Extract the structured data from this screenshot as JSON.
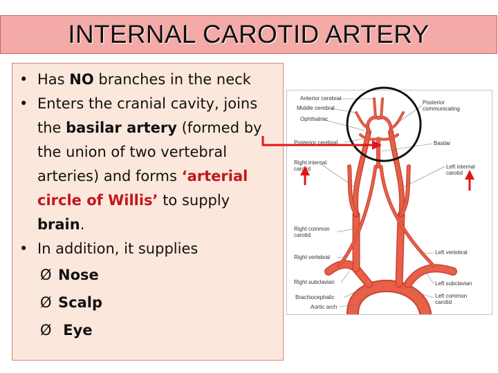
{
  "slide": {
    "title": "INTERNAL CAROTID ARTERY"
  },
  "bullets": {
    "b1_pre": "Has ",
    "b1_bold": "NO",
    "b1_post": " branches in the neck",
    "b2_pre": "Enters the cranial cavity, joins the ",
    "b2_bold": "basilar artery",
    "b2_mid": " (formed by the union of two vertebral arteries) and forms ",
    "b2_red": "‘arterial circle of Willis’",
    "b2_mid2": " to supply ",
    "b2_bold2": "brain",
    "b2_end": ".",
    "b3": "In addition, it supplies",
    "subs": [
      "Nose",
      "Scalp",
      " Eye"
    ],
    "sub_glyph": "Ø"
  },
  "diagram": {
    "labels": {
      "anterior_cerebral": "Anterior cerebral",
      "middle_cerebral": "Middle cerebral",
      "ophthalmic": "Ophthalmic",
      "posterior_cerebral": "Posterior cerebral",
      "right_internal_carotid": "Right internal carotid",
      "right_common_carotid": "Right common carotid",
      "right_vertebral": "Right vertebral",
      "right_subclavian": "Right subclavian",
      "brachiocephalic": "Brachiocephalic",
      "aortic_arch": "Aortic arch",
      "posterior_communicating": "Posterior communicating",
      "basilar": "Basilar",
      "left_internal_carotid": "Left internal carotid",
      "left_vertebral": "Left vertebral",
      "left_subclavian": "Left subclavian",
      "left_common_carotid": "Left common carotid"
    },
    "colors": {
      "artery": "#e8604a",
      "artery_dark": "#c8432f",
      "annotation": "#e3141b"
    }
  }
}
